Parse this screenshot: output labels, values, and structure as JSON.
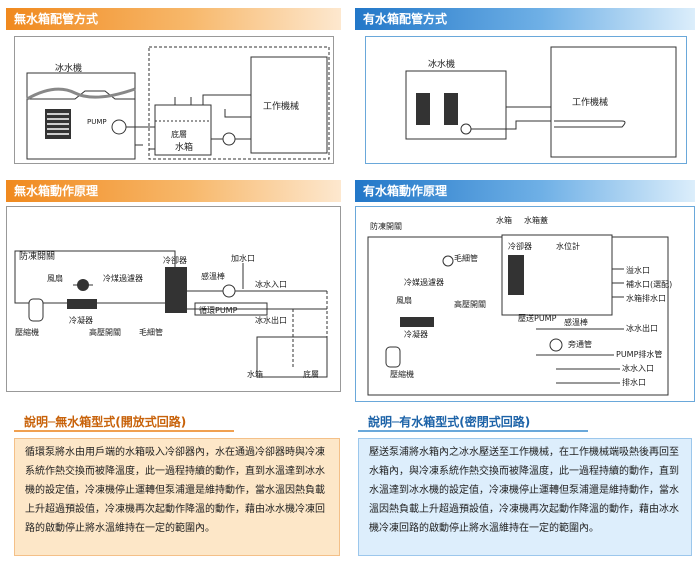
{
  "sections": {
    "open_piping_title": "無水箱配管方式",
    "closed_piping_title": "有水箱配管方式",
    "open_principle_title": "無水箱動作原理",
    "closed_principle_title": "有水箱動作原理",
    "open_desc_title": "說明─無水箱型式(開放式回路)",
    "closed_desc_title": "說明─有水箱型式(密閉式回路)"
  },
  "open_piping": {
    "chiller": "冰水機",
    "pump": "PUMP",
    "tank_bottom": "底層",
    "tank": "水箱",
    "machine": "工作機械"
  },
  "closed_piping": {
    "chiller": "冰水機",
    "machine": "工作機械"
  },
  "open_principle": {
    "antifreeze_switch": "防凍開關",
    "fan": "風扇",
    "cooling_condenser": "冷煤過濾器",
    "evaporator": "冷卻器",
    "temp_sensor": "感溫棒",
    "fill_port": "加水口",
    "water_inlet": "冰水入口",
    "circ_pump": "循環PUMP",
    "water_outlet": "冰水出口",
    "condenser": "冷凝器",
    "compressor": "壓縮機",
    "hp_switch": "高壓開關",
    "capillary": "毛細管",
    "tank": "水箱",
    "tank_bottom": "底層"
  },
  "closed_principle": {
    "antifreeze_switch": "防凍開關",
    "tank": "水箱",
    "tank_cover": "水箱蓋",
    "evaporator": "冷卻器",
    "level_gauge": "水位計",
    "capillary": "毛細管",
    "cooling_filter": "冷媒過濾器",
    "fan": "風扇",
    "hp_switch": "高壓開關",
    "overflow": "溢水口",
    "refill": "補水口(選配)",
    "tank_drain": "水箱排水口",
    "pump_label": "壓送PUMP",
    "temp_sensor": "感溫棒",
    "water_outlet": "冰水出口",
    "condenser": "冷凝器",
    "bypass_valve": "旁通管",
    "pump_drain": "PUMP排水管",
    "compressor": "壓縮機",
    "water_inlet": "冰水入口",
    "drain": "排水口"
  },
  "descriptions": {
    "open": "循環泵將水由用戶端的水箱吸入冷卻器內，水在通過冷卻器時與冷凍系統作熱交換而被降溫度，此一過程持續的動作，直到水溫達到冰水機的設定值，冷凍機停止運轉但泵浦還是維持動作，當水溫因熱負載上升超過預設值，冷凍機再次起動作降溫的動作，藉由冰水機冷凍回路的啟動停止將水溫維持在一定的範圍內。",
    "closed": "壓送泵浦將水箱內之冰水壓送至工作機械，在工作機械端吸熱後再回至水箱內，與冷凍系統作熱交換而被降溫度，此一過程持續的動作，直到水溫達到冰水機的設定值，冷凍機停止運轉但泵浦還是維持動作，當水溫因熱負載上升超過預設值，冷凍機再次起動作降溫的動作，藉由冰水機冷凍回路的啟動停止將水溫維持在一定的範圍內。"
  },
  "colors": {
    "orange_accent": "#f0891e",
    "blue_accent": "#2277c8",
    "orange_desc_bg": "#fde7c8",
    "blue_desc_bg": "#ddeefc"
  }
}
